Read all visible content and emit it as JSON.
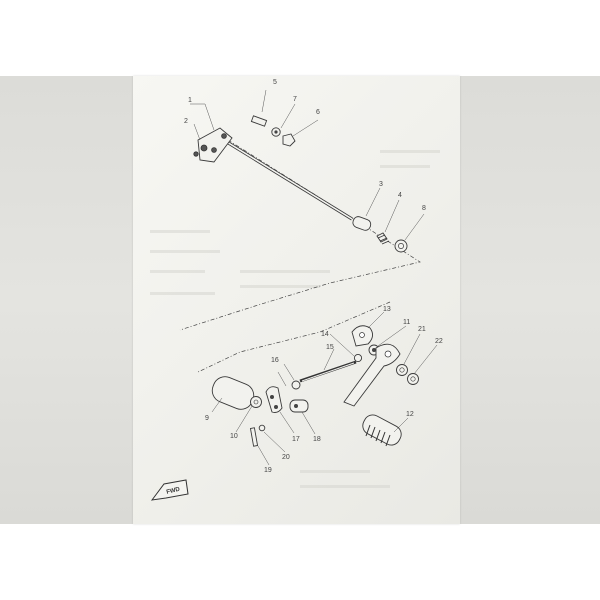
{
  "diagram": {
    "labels": {
      "n1": "1",
      "n2": "2",
      "n3": "3",
      "n4": "4",
      "n5": "5",
      "n6": "6",
      "n7": "7",
      "n8": "8",
      "n9": "9",
      "n10": "10",
      "n11": "11",
      "n12": "12",
      "n13": "13",
      "n14": "14",
      "n15": "15",
      "n16": "16",
      "n17": "17",
      "n18": "18",
      "n19": "19",
      "n20": "20",
      "n21": "21",
      "n22": "22"
    },
    "fwd_label": "FWD"
  }
}
